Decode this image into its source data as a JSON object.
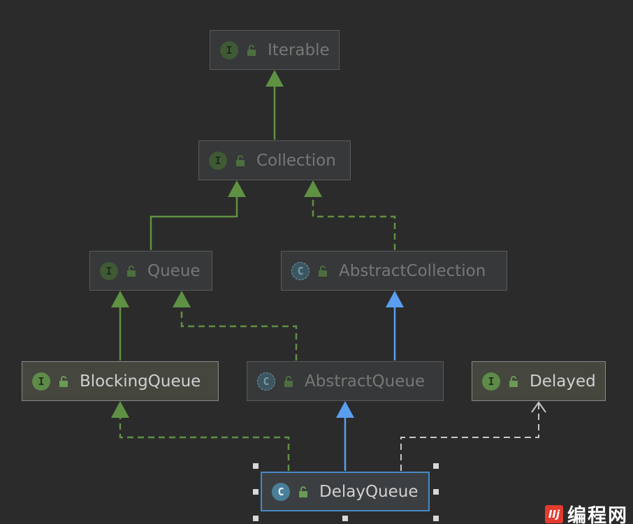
{
  "diagram": {
    "nodes": {
      "iterable": {
        "label": "Iterable",
        "kind_glyph": "I"
      },
      "collection": {
        "label": "Collection",
        "kind_glyph": "I"
      },
      "queue": {
        "label": "Queue",
        "kind_glyph": "I"
      },
      "abstract_collection": {
        "label": "AbstractCollection",
        "kind_glyph": "C"
      },
      "blocking_queue": {
        "label": "BlockingQueue",
        "kind_glyph": "I"
      },
      "abstract_queue": {
        "label": "AbstractQueue",
        "kind_glyph": "C"
      },
      "delayed": {
        "label": "Delayed",
        "kind_glyph": "I"
      },
      "delay_queue": {
        "label": "DelayQueue",
        "kind_glyph": "C"
      }
    },
    "colors": {
      "background": "#2b2b2b",
      "extends_interface": "#5f9143",
      "extends_class": "#5a9ef0",
      "implements": "#5f9143",
      "implements_other": "#c8c8c8",
      "selection": "#4a88c7"
    },
    "icons": {
      "interface": "interface-icon",
      "class": "class-icon",
      "abstract_class": "abstract-class-icon",
      "visibility": "public-lock-icon"
    }
  },
  "watermark": {
    "logo_text": "IIj",
    "text": "编程网"
  }
}
